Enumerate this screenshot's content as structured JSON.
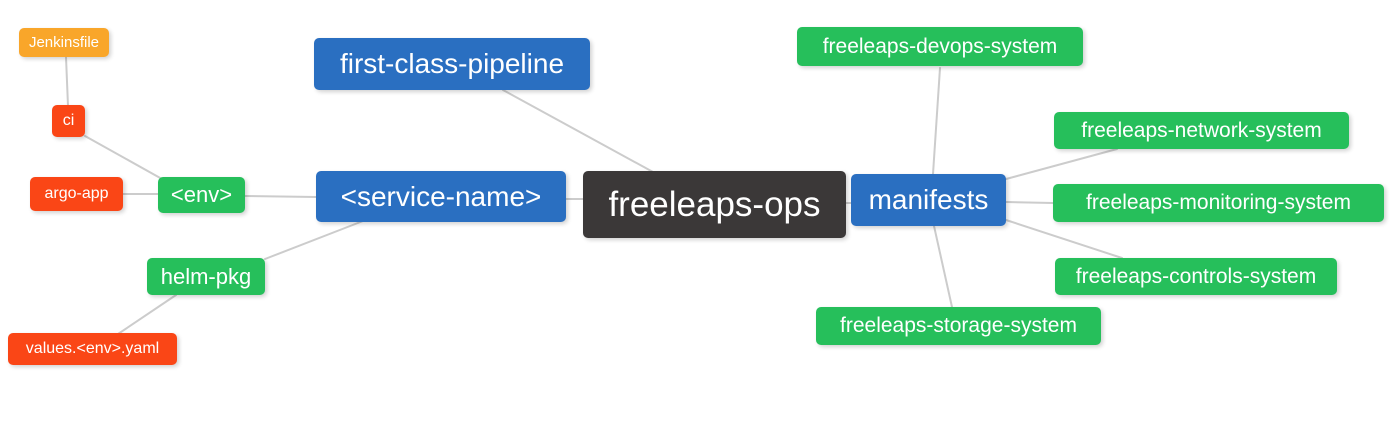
{
  "diagram": {
    "type": "mindmap",
    "root_label": "freeleaps-ops",
    "palette": {
      "blue": "#2a6fc1",
      "green": "#26bf5b",
      "orange": "#f9a62a",
      "red": "#fa4616",
      "dark": "#3b3838",
      "edge": "#cccccc",
      "text": "#ffffff",
      "background": "#ffffff"
    },
    "nodes": [
      {
        "id": "jenkinsfile",
        "label": "Jenkinsfile",
        "color": "orange"
      },
      {
        "id": "ci",
        "label": "ci",
        "color": "red"
      },
      {
        "id": "argo-app",
        "label": "argo-app",
        "color": "red"
      },
      {
        "id": "env",
        "label": "<env>",
        "color": "green"
      },
      {
        "id": "helm-pkg",
        "label": "helm-pkg",
        "color": "green"
      },
      {
        "id": "values-env-yaml",
        "label": "values.<env>.yaml",
        "color": "red"
      },
      {
        "id": "first-class-pipeline",
        "label": "first-class-pipeline",
        "color": "blue"
      },
      {
        "id": "service-name",
        "label": "<service-name>",
        "color": "blue"
      },
      {
        "id": "freeleaps-ops",
        "label": "freeleaps-ops",
        "color": "dark"
      },
      {
        "id": "manifests",
        "label": "manifests",
        "color": "blue"
      },
      {
        "id": "freeleaps-devops-system",
        "label": "freeleaps-devops-system",
        "color": "green"
      },
      {
        "id": "freeleaps-network-system",
        "label": "freeleaps-network-system",
        "color": "green"
      },
      {
        "id": "freeleaps-monitoring-system",
        "label": "freeleaps-monitoring-system",
        "color": "green"
      },
      {
        "id": "freeleaps-controls-system",
        "label": "freeleaps-controls-system",
        "color": "green"
      },
      {
        "id": "freeleaps-storage-system",
        "label": "freeleaps-storage-system",
        "color": "green"
      }
    ],
    "edges": [
      [
        "jenkinsfile",
        "ci"
      ],
      [
        "ci",
        "env"
      ],
      [
        "argo-app",
        "env"
      ],
      [
        "env",
        "service-name"
      ],
      [
        "helm-pkg",
        "service-name"
      ],
      [
        "values-env-yaml",
        "helm-pkg"
      ],
      [
        "service-name",
        "freeleaps-ops"
      ],
      [
        "first-class-pipeline",
        "freeleaps-ops"
      ],
      [
        "freeleaps-ops",
        "manifests"
      ],
      [
        "manifests",
        "freeleaps-devops-system"
      ],
      [
        "manifests",
        "freeleaps-network-system"
      ],
      [
        "manifests",
        "freeleaps-monitoring-system"
      ],
      [
        "manifests",
        "freeleaps-controls-system"
      ],
      [
        "manifests",
        "freeleaps-storage-system"
      ]
    ]
  }
}
